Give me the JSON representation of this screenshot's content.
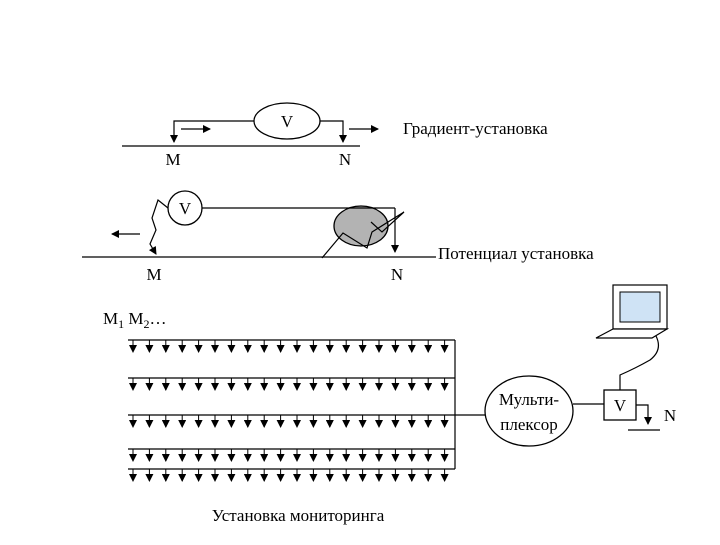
{
  "gradient": {
    "meter": "V",
    "title": "Градиент-установка",
    "electrode_m": "M",
    "electrode_n": "N"
  },
  "potential": {
    "meter": "V",
    "title": "Потенциал установка",
    "electrode_m": "M",
    "electrode_n": "N"
  },
  "monitoring": {
    "electrodes_base": "M",
    "sub1": "1",
    "sub2": "2",
    "ellipsis": "…",
    "multiplexer_line1": "Мульти-",
    "multiplexer_line2": "плексор",
    "meter": "V",
    "electrode_n": "N",
    "title": "Установка мониторинга",
    "rows": 5,
    "arrows_per_row": 20
  },
  "colors": {
    "line": "#000000",
    "anomaly_fill": "#b3b3b3",
    "screen_fill": "#cfe3f5"
  }
}
